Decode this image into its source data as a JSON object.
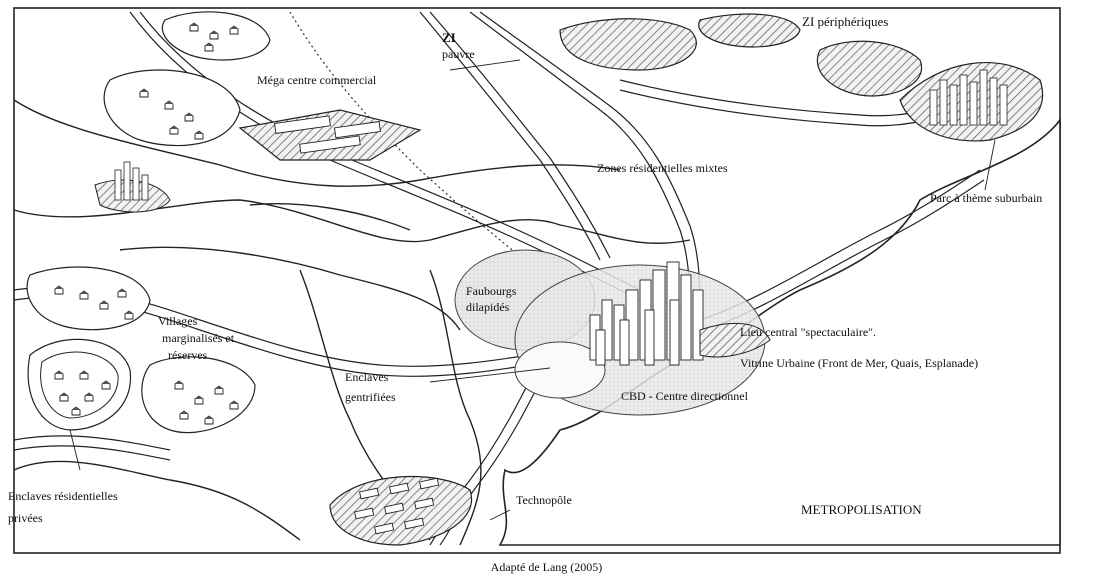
{
  "labels": {
    "zi_pauvre_1": "ZI",
    "zi_pauvre_2": "pauvre",
    "zi_peripheriques": "ZI périphériques",
    "mega_centre": "Méga centre commercial",
    "zones_residentielles": "Zones résidentielles mixtes",
    "parc_theme": "Parc à thème suburbain",
    "faubourgs_1": "Faubourgs",
    "faubourgs_2": "dilapidés",
    "villages_1": "Villages",
    "villages_2": "marginalisés et",
    "villages_3": "réserves",
    "lieu_central": "Lieu central \"spectaculaire\".",
    "vitrine": "Vitrine Urbaine (Front de Mer, Quais, Esplanade)",
    "enclaves_gentrifiees_1": "Enclaves",
    "enclaves_gentrifiees_2": "gentrifiées",
    "cbd": "CBD - Centre directionnel",
    "enclaves_residentielles_1": "Enclaves résidentielles",
    "enclaves_residentielles_2": "privées",
    "technopole": "Technopôle",
    "metropolisation": "METROPOLISATION"
  },
  "caption": "Adapté de Lang (2005)",
  "colors": {
    "ink": "#222222",
    "zone_fill": "#e6e6e6",
    "hatch": "#555555",
    "paper": "#ffffff"
  }
}
